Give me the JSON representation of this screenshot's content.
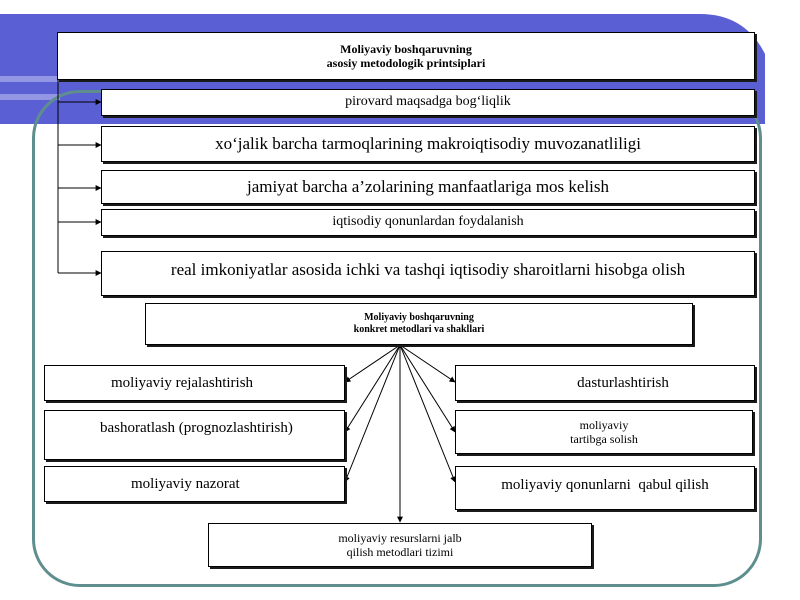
{
  "colors": {
    "band": "#5a5fd4",
    "frame": "#5f8e8e",
    "line": "#000000"
  },
  "main_title": {
    "line1": "Moliyaviy boshqaruvning",
    "line2": "asosiy metodologik printsiplari"
  },
  "principles": [
    "pirovard maqsadga bog‘liqlik",
    "xo‘jalik barcha tarmoqlarining makroiqtisodiy muvozanatliligi",
    "jamiyat barcha a’zolarining manfaatlariga mos kelish",
    "iqtisodiy qonunlardan foydalanish",
    "real imkoniyatlar asosida ichki va tashqi iqtisodiy sharoitlarni hisobga olish"
  ],
  "methods_title": {
    "line1": "Moliyaviy boshqaruvning",
    "line2": "konkret metodlari va shakllari"
  },
  "methods_left": [
    "moliyaviy rejalashtirish",
    "bashoratlash (prognozlashtirish)",
    "moliyaviy nazorat"
  ],
  "methods_right": [
    "dasturlashtirish",
    "moliyaviy tartibga solish",
    "moliyaviy qonunlarni  qabul qilish"
  ],
  "methods_right_split": {
    "line1": "moliyaviy",
    "line2": "tartibga solish"
  },
  "bottom": {
    "line1": "moliyaviy resurslarni jalb",
    "line2": "qilish metodlari tizimi"
  }
}
